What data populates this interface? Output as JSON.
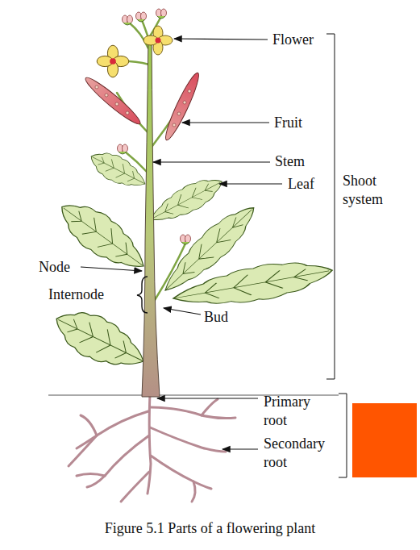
{
  "diagram": {
    "caption": "Figure 5.1  Parts of a flowering plant",
    "labels": [
      "Flower",
      "Fruit",
      "Stem",
      "Leaf",
      "Shoot system",
      "Node",
      "Internode",
      "Bud",
      "Primary root",
      "Secondary root"
    ]
  }
}
